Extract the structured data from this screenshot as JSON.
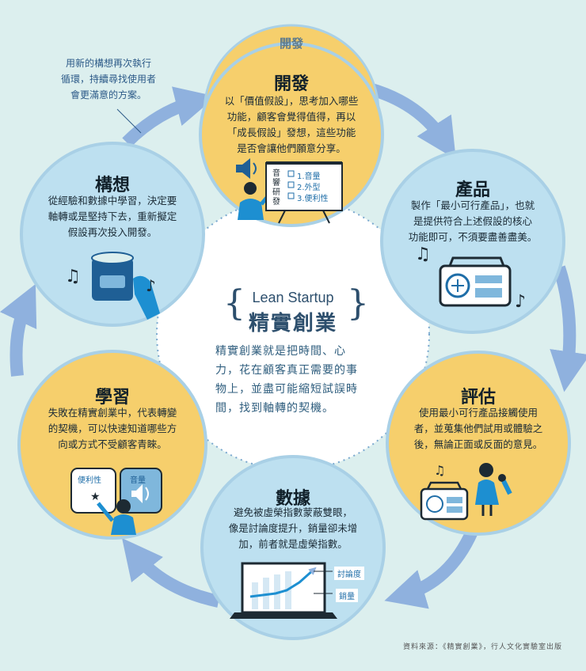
{
  "colors": {
    "background": "#dcefee",
    "circle_yellow": "#f6cf6c",
    "circle_blue": "#bde0f0",
    "circle_stroke": "#a9d0e6",
    "arrow": "#8fb1de",
    "figure": "#1d8fd1",
    "center_text": "#2f5e7e"
  },
  "tab_label": "開發",
  "note": {
    "lines": [
      "用新的構想再次執行",
      "循環，持續尋找使用者",
      "會更滿意的方案。"
    ]
  },
  "center": {
    "en_title": "Lean Startup",
    "zh_title": "精實創業",
    "body_lines": [
      "精實創業就是把時間、心",
      "力，花在顧客真正需要的事",
      "物上，並盡可能縮短試誤時",
      "間，找到軸轉的契機。"
    ]
  },
  "nodes": {
    "develop": {
      "title": "開發",
      "lines": [
        "以「價值假設」，思考加入哪些",
        "功能，顧客會覺得值得，再以",
        "「成長假設」發想，這些功能",
        "是否會讓他們願意分享。"
      ],
      "board_side": [
        "音",
        "響",
        "研",
        "發"
      ],
      "board_items": [
        "1.音量",
        "2.外型",
        "3.便利性"
      ]
    },
    "product": {
      "title": "產品",
      "lines": [
        "製作「最小可行產品」，也就",
        "是提供符合上述假設的核心",
        "功能即可，不須要盡善盡美。"
      ]
    },
    "evaluate": {
      "title": "評估",
      "lines": [
        "使用最小可行產品接觸使用",
        "者，並蒐集他們試用或體驗之",
        "後，無論正面或反面的意見。"
      ]
    },
    "data": {
      "title": "數據",
      "lines": [
        "避免被虛榮指數蒙蔽雙眼，",
        "像是討論度提升，銷量卻未增",
        "加，前者就是虛榮指數。"
      ],
      "legend": [
        "討論度",
        "銷量"
      ]
    },
    "learn": {
      "title": "學習",
      "lines": [
        "失敗在精實創業中，代表轉變",
        "的契機，可以快速知道哪些方",
        "向或方式不受顧客青睞。"
      ],
      "cards": [
        "便利性",
        "音量"
      ]
    },
    "idea": {
      "title": "構想",
      "lines": [
        "從經驗和數據中學習，決定要",
        "軸轉或是堅持下去，重新擬定",
        "假設再次投入開發。"
      ]
    }
  },
  "source": "資料來源：《精實創業》，行人文化實驗室出版"
}
